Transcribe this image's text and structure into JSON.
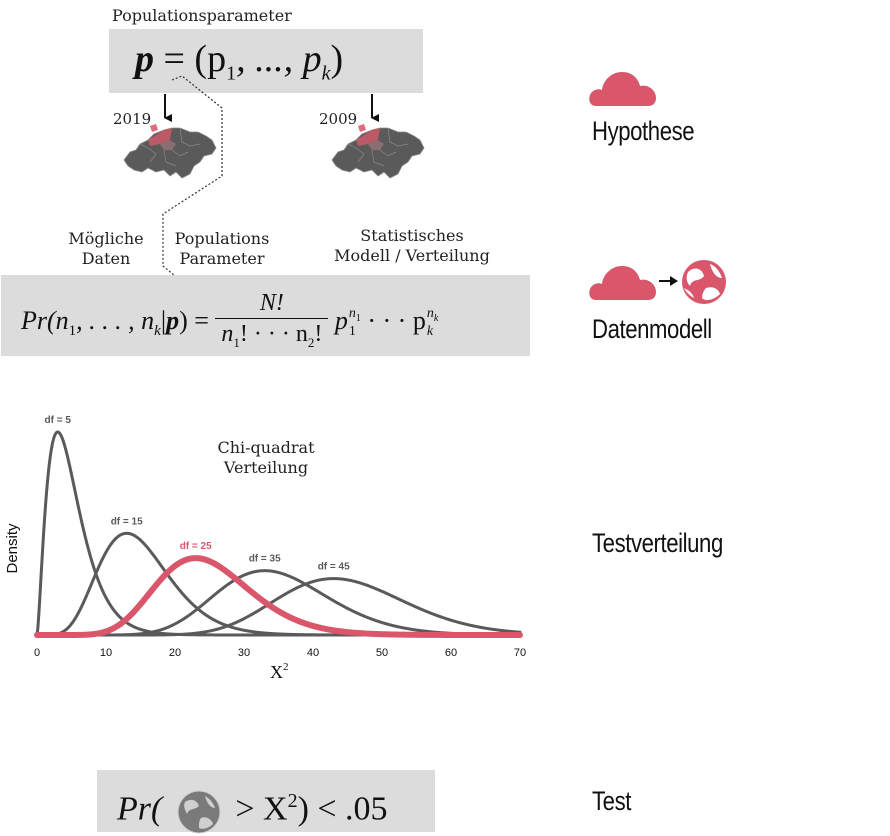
{
  "colors": {
    "accent": "#d9566b",
    "dark": "#5a5a5a",
    "box": "#dcdcdc"
  },
  "hypothesis_block": {
    "caption": "Populationsparameter",
    "formula_bold": "p",
    "formula_rest": "= (p",
    "sub1": "1",
    "formula_mid": ", ..., p",
    "subk": "k",
    "formula_close": ")",
    "year_left": "2019",
    "year_right": "2009",
    "map_icon": "switzerland-map-icon"
  },
  "model_block": {
    "label_data_line1": "Mögliche",
    "label_data_line2": "Daten",
    "label_params_line1": "Populations",
    "label_params_line2": "Parameter",
    "label_model_line1": "Statistisches",
    "label_model_line2": "Modell / Verteilung",
    "lhs": "Pr(n",
    "lhs_sub1": "1",
    "lhs_mid": ", . . . , n",
    "lhs_subk": "k",
    "lhs_bar": "|",
    "lhs_bold": "p",
    "lhs_close": ") =",
    "numerator": "N!",
    "denominator_a": "n",
    "denominator_sub1": "1",
    "denominator_b": "! · · · n",
    "denominator_sub2": "2",
    "denominator_c": "!",
    "rhs_a": "p",
    "rhs_a_sub": "1",
    "rhs_a_sup": "n",
    "rhs_a_supsub": "1",
    "rhs_dots": "· · · p",
    "rhs_b_sub": "k",
    "rhs_b_sup": "n",
    "rhs_b_supsub": "k"
  },
  "test_block": {
    "lhs": "Pr(",
    "rhs": "> X",
    "rhs_sup": "2",
    "tail": ") < .05",
    "globe_icon": "globe-icon"
  },
  "sections": {
    "hypothesis": "Hypothese",
    "data_model": "Datenmodell",
    "test_distribution": "Testverteilung",
    "test": "Test"
  },
  "icons": {
    "cloud": "cloud-icon",
    "arrow": "arrow-right-icon",
    "globe": "globe-icon"
  },
  "chart_data": {
    "type": "line",
    "title_line1": "Chi-quadrat",
    "title_line2": "Verteilung",
    "xlabel": "X",
    "xlabel_sup": "2",
    "ylabel": "Density",
    "xlim": [
      0,
      70
    ],
    "xticks": [
      "0",
      "10",
      "20",
      "30",
      "40",
      "50",
      "60",
      "70"
    ],
    "grid": false,
    "series": [
      {
        "name": "df = 5",
        "df": 5,
        "highlight": false
      },
      {
        "name": "df = 15",
        "df": 15,
        "highlight": false
      },
      {
        "name": "df = 25",
        "df": 25,
        "highlight": true
      },
      {
        "name": "df = 35",
        "df": 35,
        "highlight": false
      },
      {
        "name": "df = 45",
        "df": 45,
        "highlight": false
      }
    ]
  }
}
